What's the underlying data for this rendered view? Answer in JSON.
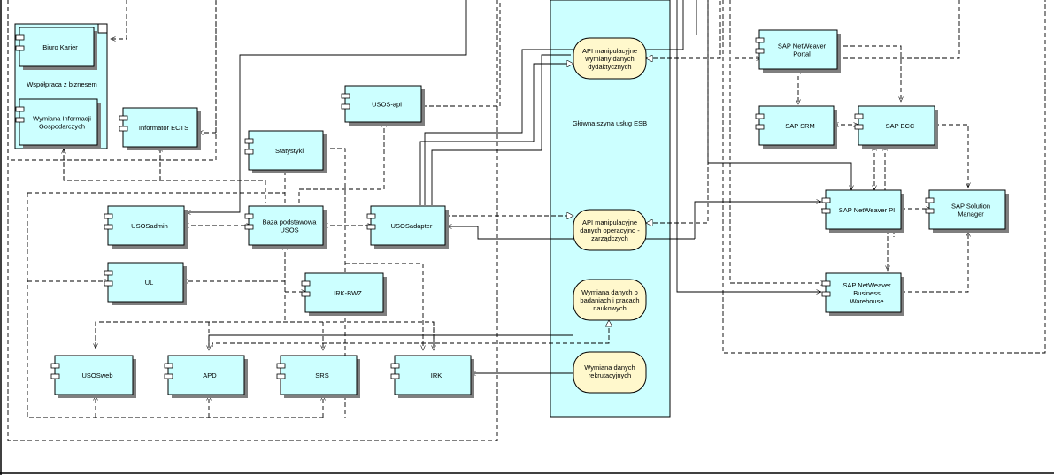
{
  "components": {
    "biuro_karier": "Biuro Karier",
    "wspolpraca": "Współpraca z biznesem",
    "wymiana_info_1": "Wymiana Informacji",
    "wymiana_info_2": "Gospodarczych",
    "informator_ects": "Informator ECTS",
    "usos_api": "USOS-api",
    "statystyki": "Statystyki",
    "usosadmin": "USOSadmin",
    "baza_1": "Baza podstawowa",
    "baza_2": "USOS",
    "usosadapter": "USOSadapter",
    "ul": "UL",
    "irk_bwz": "IRK-BWZ",
    "usosweb": "USOSweb",
    "apd": "APD",
    "srs": "SRS",
    "irk": "IRK",
    "esb": "Główna szyna usług ESB",
    "sap_portal_1": "SAP NetWeaver",
    "sap_portal_2": "Portal",
    "sap_srm": "SAP SRM",
    "sap_ecc": "SAP ECC",
    "sap_pi": "SAP NetWeaver PI",
    "sap_solman_1": "SAP Solution",
    "sap_solman_2": "Manager",
    "sap_bw_1": "SAP NetWeaver",
    "sap_bw_2": "Business",
    "sap_bw_3": "Warehouse"
  },
  "interfaces": {
    "api_dyd_1": "API manipulacyjne",
    "api_dyd_2": "wymiany danych",
    "api_dyd_3": "dydaktycznych",
    "api_op_1": "API manipulacyjne",
    "api_op_2": "danych operacyjno -",
    "api_op_3": "zarządczych",
    "badania_1": "Wymiana danych o",
    "badania_2": "badaniach i pracach",
    "badania_3": "naukowych",
    "rekrut_1": "Wymiana danych",
    "rekrut_2": "rekrutacyjnych"
  },
  "colors": {
    "component_fill": "#ccffff",
    "interface_fill": "#fff8cc",
    "shadow": "#7f7f7f"
  }
}
